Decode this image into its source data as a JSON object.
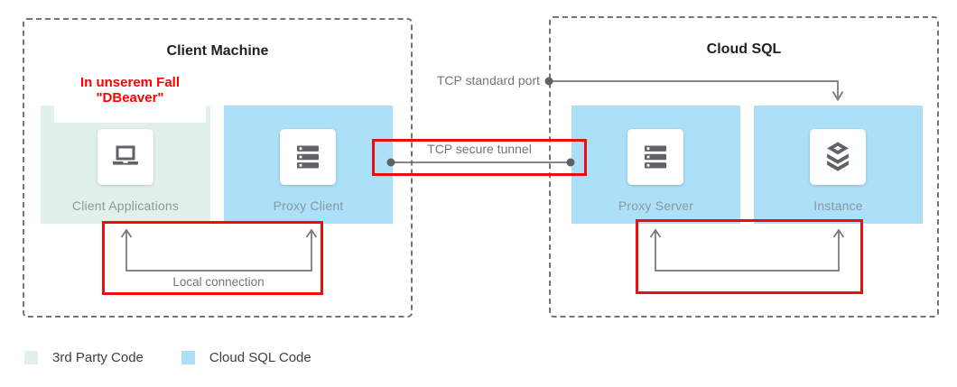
{
  "diagram": {
    "client_machine": {
      "title": "Client Machine",
      "annotation": {
        "line1": "In unserem Fall",
        "line2": "\"DBeaver\"",
        "color": "#ff0000"
      },
      "nodes": [
        {
          "id": "client-applications",
          "label": "Client Applications",
          "icon": "laptop-icon",
          "variant": "third-party"
        },
        {
          "id": "proxy-client",
          "label": "Proxy Client",
          "icon": "server-icon",
          "variant": "cloud-sql"
        }
      ]
    },
    "cloud_sql": {
      "title": "Cloud SQL",
      "nodes": [
        {
          "id": "proxy-server",
          "label": "Proxy Server",
          "icon": "server-icon",
          "variant": "cloud-sql"
        },
        {
          "id": "instance",
          "label": "Instance",
          "icon": "database-stack-icon",
          "variant": "cloud-sql"
        }
      ]
    },
    "connections": {
      "tcp_standard_port": "TCP standard port",
      "tcp_secure_tunnel": "TCP secure tunnel",
      "local_connection": "Local connection"
    },
    "legend": [
      {
        "label": "3rd Party Code",
        "color": "#e1f1e9"
      },
      {
        "label": "Cloud SQL Code",
        "color": "#abe0f8"
      }
    ],
    "colors": {
      "third_party_fill": "#e1f1e9",
      "cloud_sql_fill": "#abe0f8",
      "connector_line": "#757575",
      "highlight_red": "#ee0c0c",
      "annotation_red": "#ff0000"
    }
  }
}
